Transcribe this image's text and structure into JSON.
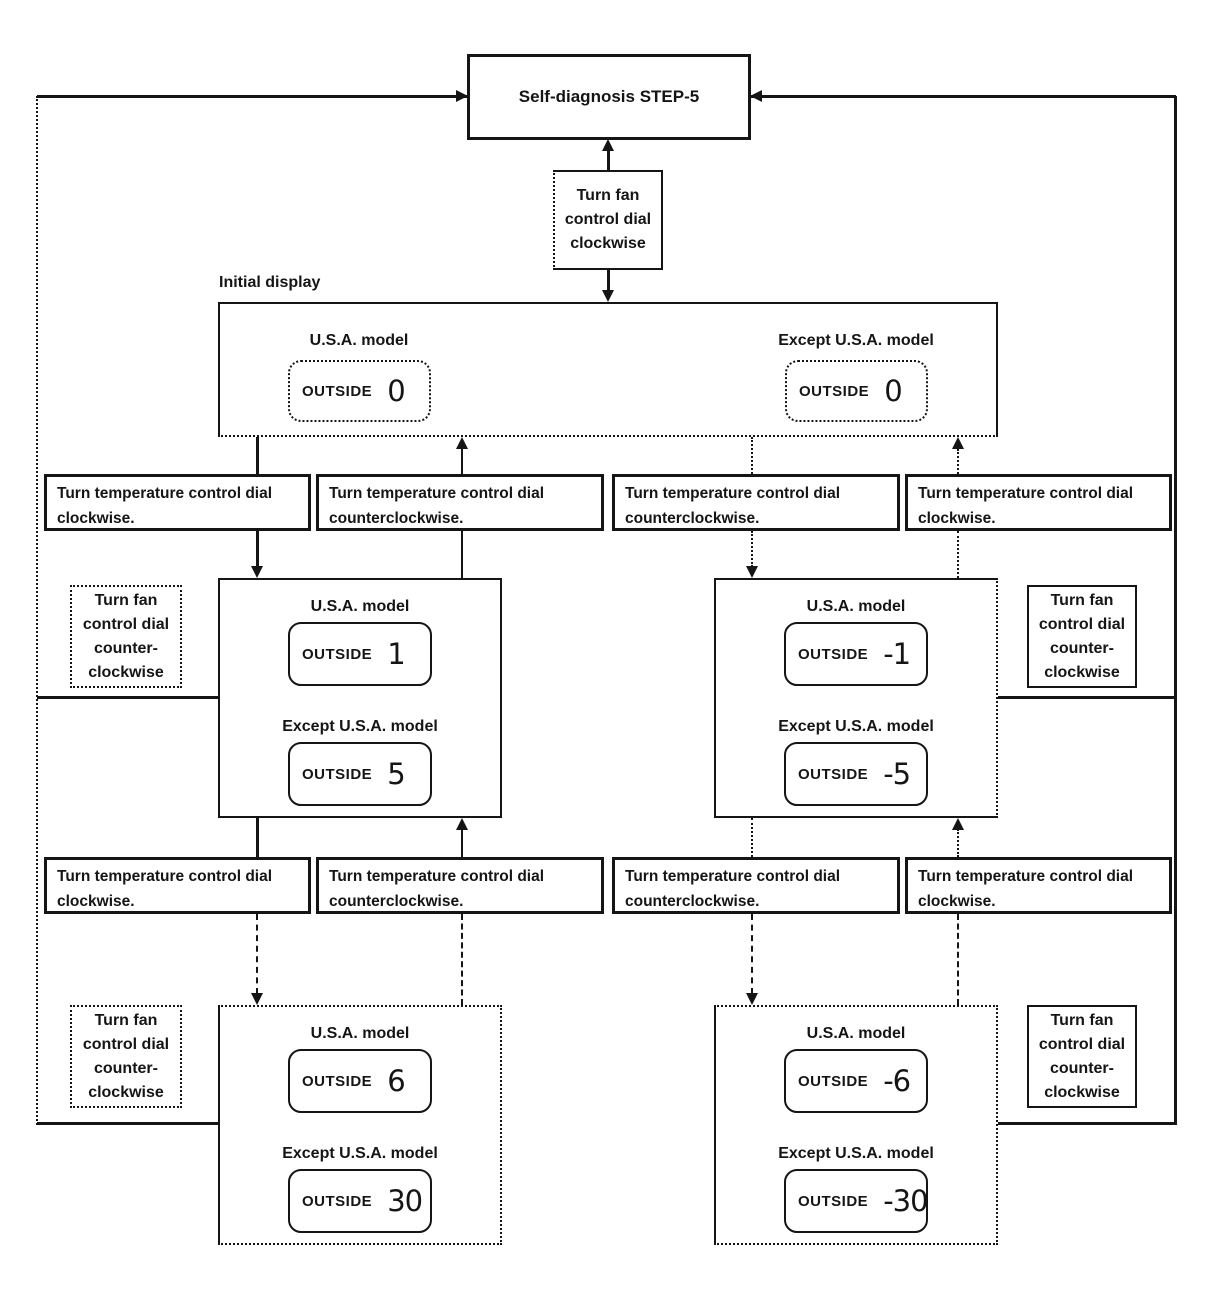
{
  "colors": {
    "ink": "#151515",
    "paper": "#ffffff"
  },
  "top": {
    "title": "Self-diagnosis STEP-5"
  },
  "actions": {
    "fan_cw": "Turn fan\ncontrol dial\nclockwise",
    "fan_ccw": "Turn fan\ncontrol dial\ncounter-\nclockwise",
    "temp_cw": "Turn temperature control dial\nclockwise.",
    "temp_ccw": "Turn temperature control dial\ncounterclockwise."
  },
  "display_labels": {
    "usa": "U.S.A. model",
    "except_usa": "Except U.S.A. model",
    "outside": "OUTSIDE"
  },
  "initial": {
    "caption": "Initial display",
    "usa_value": "0",
    "except_value": "0"
  },
  "states": {
    "mid_left": {
      "usa_value": "1",
      "except_value": "5"
    },
    "mid_right": {
      "usa_value": "-1",
      "except_value": "-5"
    },
    "bottom_left": {
      "usa_value": "6",
      "except_value": "30"
    },
    "bottom_right": {
      "usa_value": "-6",
      "except_value": "-30"
    }
  }
}
